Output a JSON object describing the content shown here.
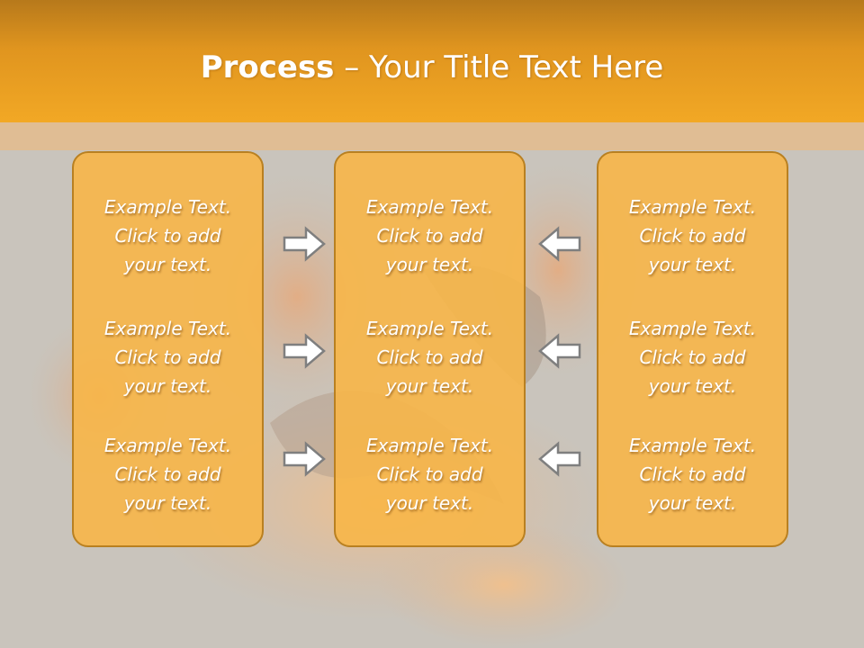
{
  "slide": {
    "title_bold": "Process",
    "title_rest": " – Your Title Text Here"
  },
  "columns": [
    {
      "items": [
        {
          "line1": "Example Text.",
          "line2": "Click  to add",
          "line3": "your text."
        },
        {
          "line1": "Example Text.",
          "line2": "Click  to add",
          "line3": "your text."
        },
        {
          "line1": "Example Text.",
          "line2": "Click  to add",
          "line3": "your text."
        }
      ]
    },
    {
      "items": [
        {
          "line1": "Example Text.",
          "line2": "Click  to add",
          "line3": "your text."
        },
        {
          "line1": "Example Text.",
          "line2": "Click  to add",
          "line3": "your text."
        },
        {
          "line1": "Example Text.",
          "line2": "Click  to add",
          "line3": "your text."
        }
      ]
    },
    {
      "items": [
        {
          "line1": "Example Text.",
          "line2": "Click  to add",
          "line3": "your text."
        },
        {
          "line1": "Example Text.",
          "line2": "Click  to add",
          "line3": "your text."
        },
        {
          "line1": "Example Text.",
          "line2": "Click  to add",
          "line3": "your text."
        }
      ]
    }
  ],
  "arrows": {
    "left_group": [
      "arrow-right-icon",
      "arrow-right-icon",
      "arrow-right-icon"
    ],
    "right_group": [
      "arrow-left-icon",
      "arrow-left-icon",
      "arrow-left-icon"
    ]
  },
  "colors": {
    "header": "#f2a825",
    "panel_fill": "#f7b648",
    "panel_border": "#b98021",
    "background": "#c9c4bc"
  }
}
